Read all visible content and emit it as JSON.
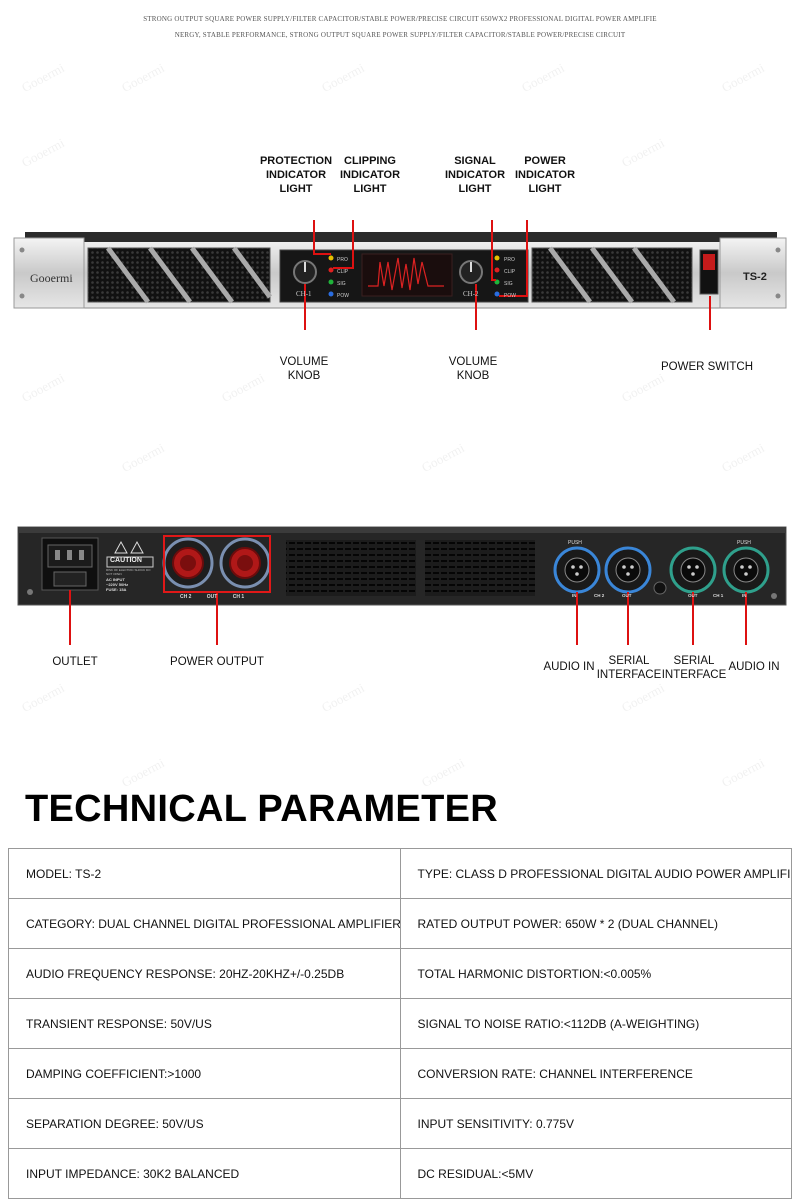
{
  "header": {
    "line1": "STRONG OUTPUT SQUARE POWER SUPPLY/FILTER CAPACITOR/STABLE POWER/PRECISE CIRCUIT 650WX2 PROFESSIONAL DIGITAL POWER AMPLIFIE",
    "line2": "NERGY, STABLE PERFORMANCE, STRONG OUTPUT SQUARE POWER SUPPLY/FILTER CAPACITOR/STABLE POWER/PRECISE CIRCUIT"
  },
  "watermark": "Gooermi",
  "front_panel": {
    "brand": "Gooermi",
    "model": "TS-2",
    "ch1": "CH-1",
    "ch2": "CH-2",
    "leds": [
      "PRO",
      "CLIP",
      "SIG",
      "POW"
    ],
    "labels": {
      "protection": [
        "PROTECTION",
        "INDICATOR",
        "LIGHT"
      ],
      "clipping": [
        "CLIPPING",
        "INDICATOR",
        "LIGHT"
      ],
      "signal": [
        "SIGNAL",
        "INDICATOR",
        "LIGHT"
      ],
      "power": [
        "POWER",
        "INDICATOR",
        "LIGHT"
      ],
      "volume_knob": [
        "VOLUME",
        "KNOB"
      ],
      "power_switch": "POWER SWITCH"
    }
  },
  "rear_panel": {
    "caution": "CAUTION",
    "caution_sub": "RISK OF ELECTRIC SHOCK DO NOT OPEN",
    "ac_input": [
      "AC INPUT",
      "~220V 50Hz",
      "FUSE: 15A"
    ],
    "out_ch2": "CH 2",
    "out_mid": "OUT",
    "out_ch1": "CH 1",
    "push": "PUSH",
    "xlr_labels": [
      "IN",
      "CH 2",
      "OUT",
      "OUT",
      "CH 1",
      "IN"
    ],
    "labels": {
      "outlet": "OUTLET",
      "power_output": "POWER OUTPUT",
      "audio_in_left": "AUDIO IN",
      "serial_1": [
        "SERIAL",
        "INTERFACE"
      ],
      "serial_2": [
        "SERIAL",
        "INTERFACE"
      ],
      "audio_in_right": "AUDIO IN"
    }
  },
  "section_title": "TECHNICAL PARAMETER",
  "spec_rows": [
    [
      "MODEL: TS-2",
      "TYPE: CLASS D PROFESSIONAL DIGITAL AUDIO POWER AMPLIFIER"
    ],
    [
      "CATEGORY: DUAL CHANNEL DIGITAL PROFESSIONAL AMPLIFIER",
      "RATED OUTPUT POWER: 650W * 2 (DUAL CHANNEL)"
    ],
    [
      "AUDIO FREQUENCY RESPONSE: 20HZ-20KHZ+/-0.25DB",
      "TOTAL HARMONIC DISTORTION:<0.005%"
    ],
    [
      "TRANSIENT RESPONSE: 50V/US",
      "SIGNAL TO NOISE RATIO:<112DB (A-WEIGHTING)"
    ],
    [
      "DAMPING COEFFICIENT:>1000",
      "CONVERSION RATE: CHANNEL INTERFERENCE"
    ],
    [
      "SEPARATION DEGREE: 50V/US",
      "INPUT SENSITIVITY: 0.775V"
    ],
    [
      "INPUT IMPEDANCE: 30K2 BALANCED",
      "DC RESIDUAL:<5MV"
    ]
  ]
}
